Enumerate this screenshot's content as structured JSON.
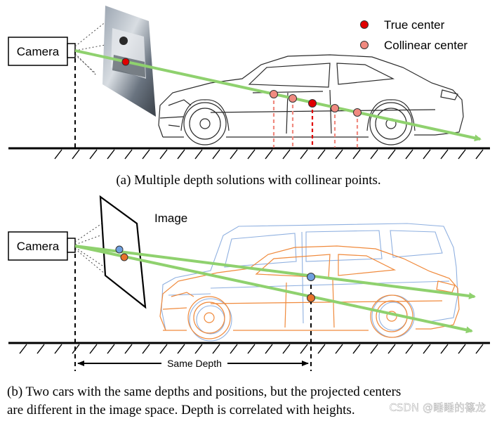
{
  "panel_a": {
    "camera_label": "Camera",
    "legend": {
      "true_center": "True center",
      "collinear_center": "Collinear center"
    },
    "caption": "(a) Multiple depth solutions with collinear points."
  },
  "panel_b": {
    "camera_label": "Camera",
    "image_label": "Image",
    "depth_label": "Same Depth",
    "caption_line1": "(b) Two cars with the same depths and positions, but the projected centers",
    "caption_line2": "are different in the image space. Depth is correlated with heights."
  },
  "watermark": "CSDN @睡睡的篠龙",
  "colors": {
    "true_center": "#e00000",
    "collinear_center": "#f08a80",
    "ray": "#8fd16e",
    "blue_car": "#8fb0e0",
    "orange_car": "#f08a3c",
    "blue_point": "#6fa0e0",
    "orange_point": "#e8732a"
  }
}
